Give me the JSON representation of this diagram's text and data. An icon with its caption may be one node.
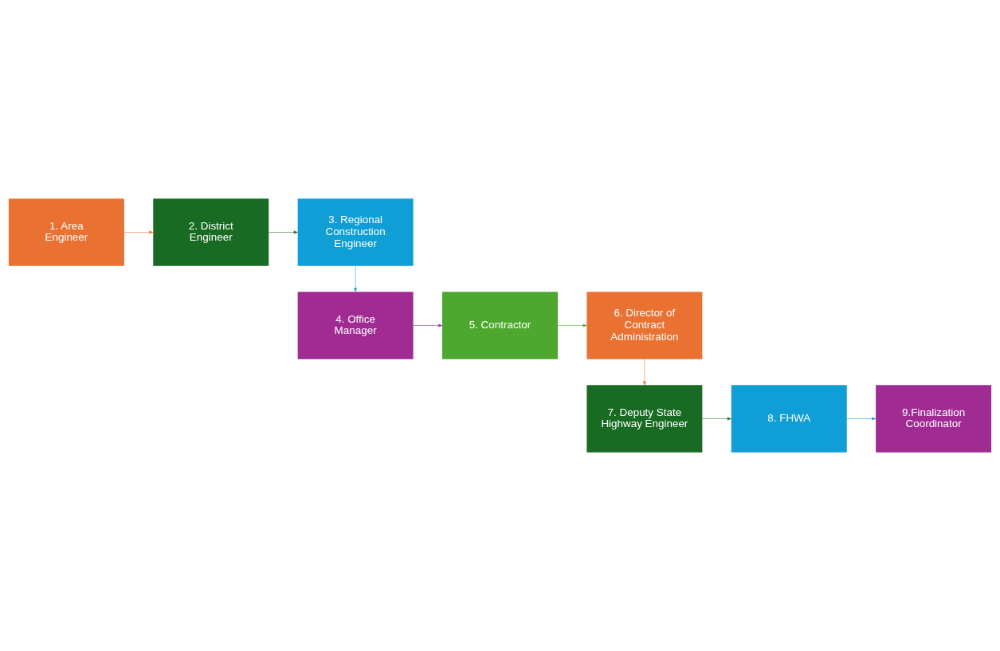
{
  "diagram": {
    "nodes": [
      {
        "text": [
          "1. Area Engineer"
        ]
      },
      {
        "text": [
          "2. District Engineer"
        ]
      },
      {
        "text": [
          "3. Regional Construction Engineer"
        ]
      },
      {
        "text": [
          "4. Office Manager"
        ]
      },
      {
        "text": [
          "5. Contractor"
        ]
      },
      {
        "text": [
          "6. Director of Contract Administration"
        ]
      },
      {
        "text": [
          "7. Deputy State Highway Engineer"
        ]
      },
      {
        "text": [
          "8. FHWA"
        ]
      },
      {
        "text": [
          "9.Finalization Coordinator"
        ]
      }
    ],
    "edges": [
      {
        "from": 0,
        "to": 1,
        "arrow": "to",
        "color": "#e97132"
      },
      {
        "from": 1,
        "to": 2,
        "arrow": "to",
        "color": "#196b24"
      },
      {
        "from": 2,
        "to": 3,
        "arrow": "to",
        "color": "#0f9ed5"
      },
      {
        "from": 3,
        "to": 4,
        "arrow": "to",
        "color": "#a02b93"
      },
      {
        "from": 4,
        "to": 5,
        "arrow": "to",
        "color": "#4ea72e"
      },
      {
        "from": 5,
        "to": 6,
        "arrow": "to",
        "color": "#e97132"
      },
      {
        "from": 6,
        "to": 7,
        "arrow": "to",
        "color": "#196b24"
      },
      {
        "from": 7,
        "to": 8,
        "arrow": "to",
        "color": "#0f9ed5"
      }
    ]
  }
}
